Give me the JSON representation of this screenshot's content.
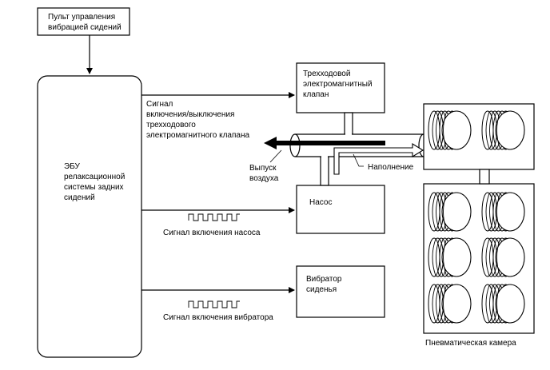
{
  "boxes": {
    "control_panel": [
      "Пульт управления",
      "вибрацией сидений"
    ],
    "ecu": [
      "ЭБУ",
      "релаксационной",
      "системы задних",
      "сидений"
    ],
    "valve": [
      "Трехходовой",
      "электромагнитный",
      "клапан"
    ],
    "pump": [
      "Насос"
    ],
    "vibrator": [
      "Вибратор",
      "сиденья"
    ]
  },
  "labels": {
    "valve_signal": [
      "Сигнал",
      "включения/выключения",
      "трехходового",
      "электромагнитного клапана"
    ],
    "exhaust": [
      "Выпуск",
      "воздуха"
    ],
    "fill": "Наполнение",
    "pump_signal": "Сигнал включения насоса",
    "vibrator_signal": "Сигнал включения вибратора",
    "air_chamber": "Пневматическая камера"
  }
}
